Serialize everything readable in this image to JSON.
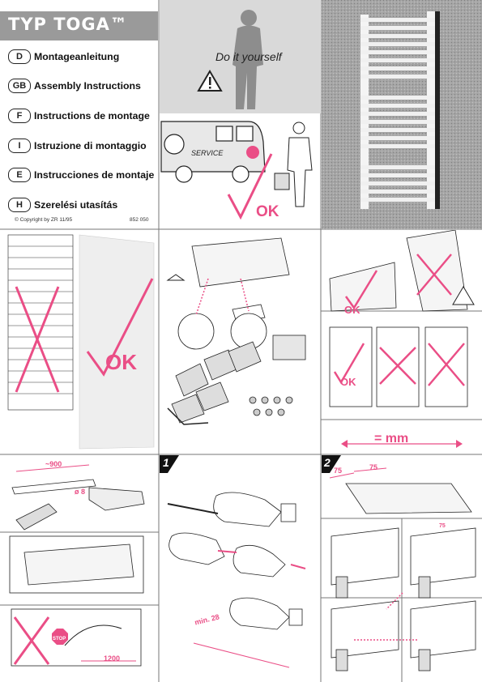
{
  "header": {
    "title": "TYP TOGA™",
    "languages": [
      {
        "code": "D",
        "label": "Montageanleitung"
      },
      {
        "code": "GB",
        "label": "Assembly Instructions"
      },
      {
        "code": "F",
        "label": "Instructions de montage"
      },
      {
        "code": "I",
        "label": "Istruzione di montaggio"
      },
      {
        "code": "E",
        "label": "Instrucciones de montaje"
      },
      {
        "code": "H",
        "label": "Szerelési utasítás"
      }
    ],
    "copyright": "© Copyright by ZR 11/95",
    "doc_number": "852 050"
  },
  "illustrations": {
    "diy_text": "Do it yourself",
    "van_text": "SERVICE",
    "ok_text": "OK",
    "equals_mm": "= mm",
    "dim_900": "~900",
    "dim_8": "ø 8",
    "dim_1200": "1200",
    "stop_text": "STOP",
    "min_28": "min. 28",
    "dim_75a": "75",
    "dim_75b": "75",
    "dim_75c": "75",
    "step1": "1",
    "step2": "2"
  },
  "colors": {
    "accent": "#ea4e86",
    "panel_gray": "#d9d9d9",
    "dark": "#222222"
  }
}
